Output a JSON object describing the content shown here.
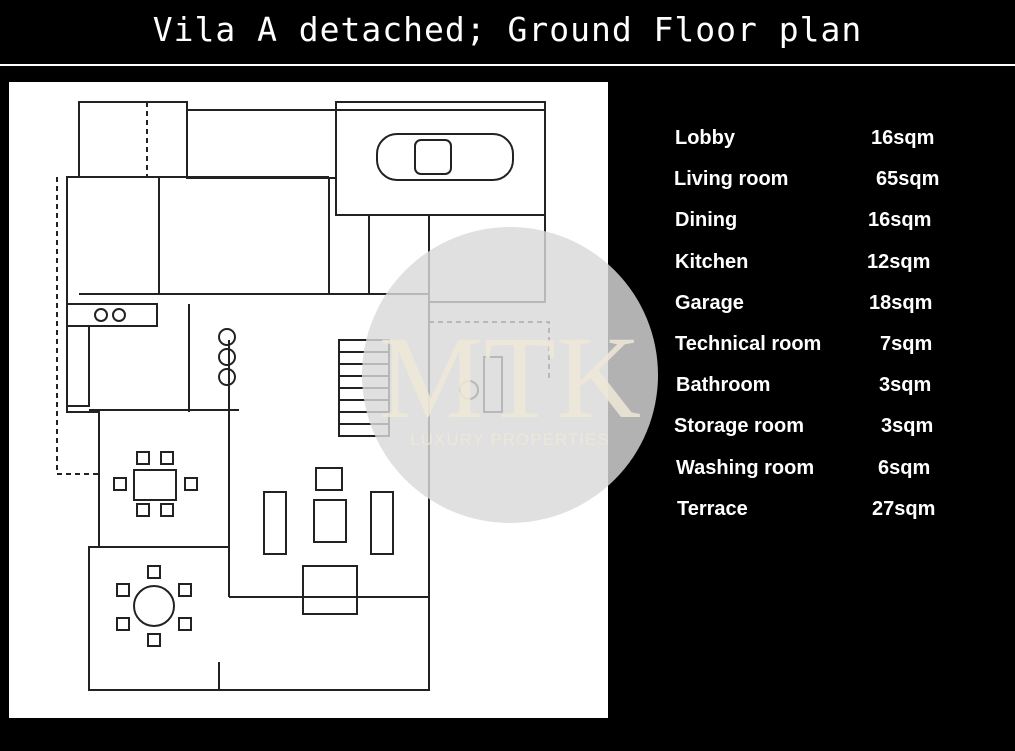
{
  "title": "Vila A detached; Ground Floor plan",
  "watermark": {
    "logo_text": "MTK",
    "sub_text": "LUXURY PROPERTIES"
  },
  "rooms": [
    {
      "name": "Lobby",
      "area": "16sqm"
    },
    {
      "name": "Living room",
      "area": "65sqm"
    },
    {
      "name": "Dining",
      "area": "16sqm"
    },
    {
      "name": "Kitchen",
      "area": "12sqm"
    },
    {
      "name": "Garage",
      "area": "18sqm"
    },
    {
      "name": "Technical room",
      "area": "7sqm"
    },
    {
      "name": "Bathroom",
      "area": "3sqm"
    },
    {
      "name": "Storage room",
      "area": "3sqm"
    },
    {
      "name": "Washing room",
      "area": "6sqm"
    },
    {
      "name": "Terrace",
      "area": "27sqm"
    }
  ],
  "colors": {
    "background": "#000000",
    "text": "#ffffff",
    "plan_bg": "#ffffff",
    "plan_lines": "#222222",
    "watermark": "#d9d9d9"
  }
}
